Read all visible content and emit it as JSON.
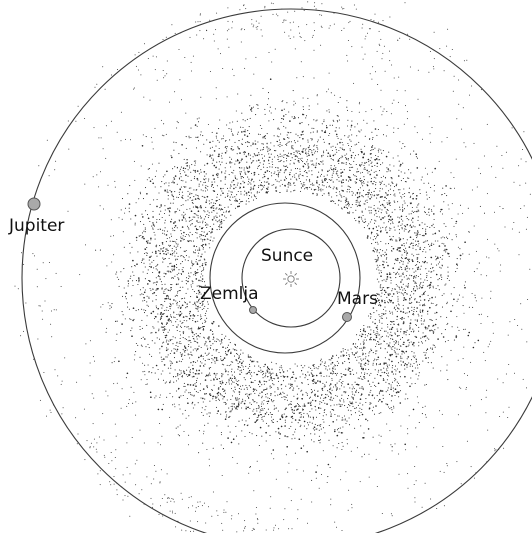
{
  "labels": {
    "sun": "Sunce",
    "earth": "Zemlja",
    "mars": "Mars",
    "jupiter": "Jupiter"
  },
  "colors": {
    "orbit": "#3a3a3a",
    "planet_fill": "#a9a9a9",
    "planet_stroke": "#555555",
    "asteroid": "#2b2b2b",
    "background": "#ffffff"
  },
  "icons": {
    "sun": "sun-icon"
  }
}
